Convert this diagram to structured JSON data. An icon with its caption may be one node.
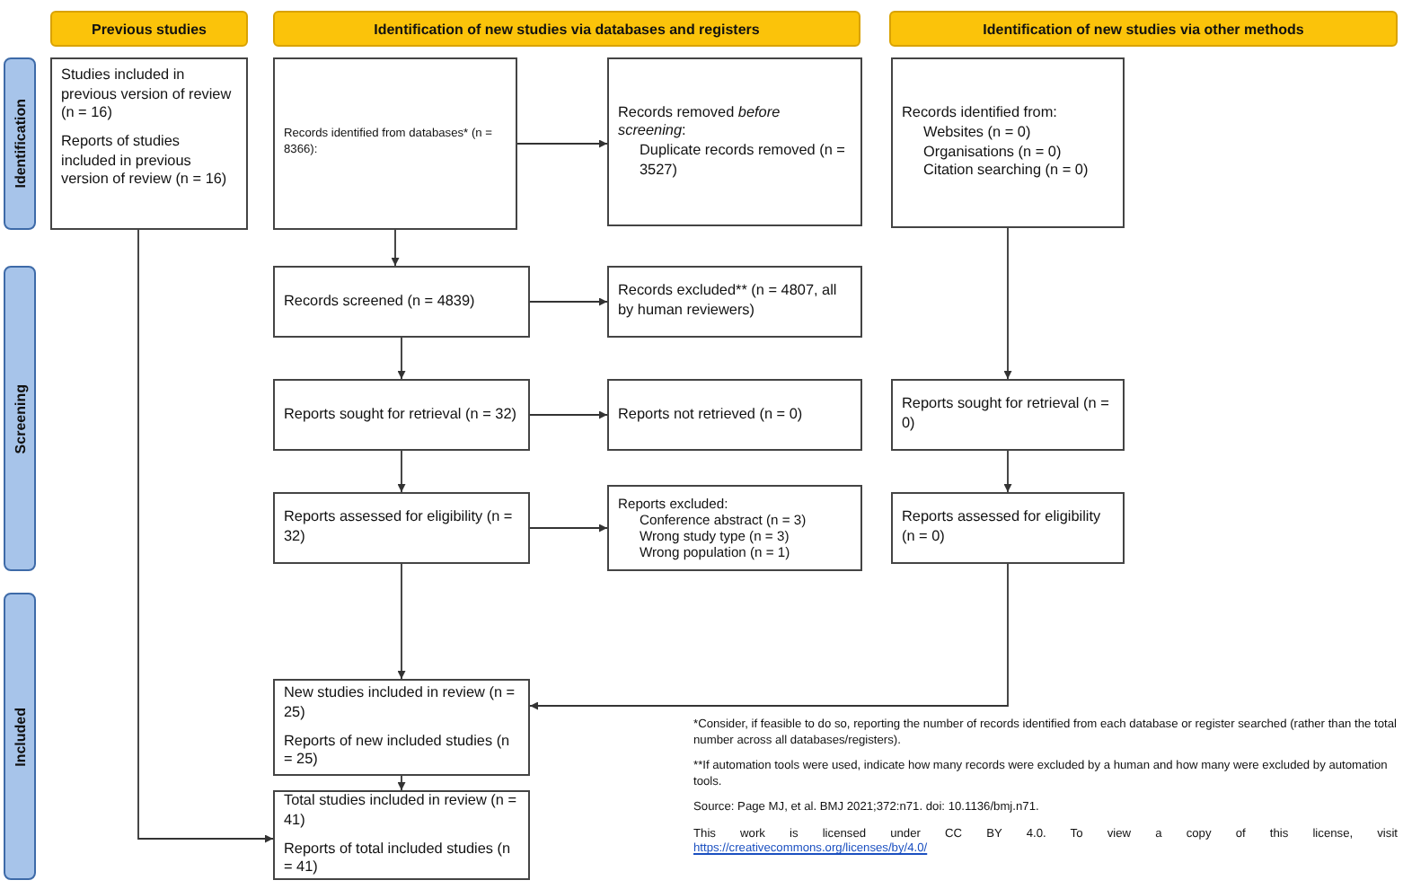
{
  "diagram": {
    "nodes": [
      {
        "text": [
          "Previous studies"
        ]
      },
      {
        "text": [
          "Identification of new studies via databases and registers"
        ]
      },
      {
        "text": [
          "Identification of new studies via other methods"
        ]
      },
      {
        "text": [
          "Identification"
        ]
      },
      {
        "text": [
          "Screening"
        ]
      },
      {
        "text": [
          "Included"
        ]
      },
      {
        "text": [
          "Studies included in previous version of review (n = 16)",
          "Reports of studies included in previous version of review (n = 16)"
        ]
      },
      {
        "text": [
          "Records identified from databases* (n = 8366):"
        ]
      },
      {
        "text": [
          "Records removed *before screening*:",
          "Duplicate records removed (n = 3527)"
        ]
      },
      {
        "text": [
          "Records identified from:",
          "Websites (n = 0)",
          "Organisations (n = 0)",
          "Citation searching (n = 0)"
        ]
      },
      {
        "text": [
          "Records screened (n = 4839)"
        ]
      },
      {
        "text": [
          "Records excluded** (n = 4807, all by human reviewers)"
        ]
      },
      {
        "text": [
          "Reports sought for retrieval (n = 32)"
        ]
      },
      {
        "text": [
          "Reports not retrieved (n = 0)"
        ]
      },
      {
        "text": [
          "Reports sought for retrieval (n = 0)"
        ]
      },
      {
        "text": [
          "Reports assessed for eligibility (n = 32)"
        ]
      },
      {
        "text": [
          "Reports excluded:",
          "Conference abstract (n = 3)",
          "Wrong study type (n = 3)",
          "Wrong population (n = 1)"
        ]
      },
      {
        "text": [
          "Reports assessed for eligibility (n = 0)"
        ]
      },
      {
        "text": [
          "New studies included in review (n = 25)",
          "Reports of new included studies (n = 25)"
        ]
      },
      {
        "text": [
          "Total studies included in review (n = 41)",
          "Reports of total included studies (n = 41)"
        ]
      }
    ],
    "edges": [
      {
        "from": 7,
        "to": 8,
        "arrow": "to"
      },
      {
        "from": 7,
        "to": 10,
        "arrow": "to"
      },
      {
        "from": 10,
        "to": 11,
        "arrow": "to"
      },
      {
        "from": 10,
        "to": 12,
        "arrow": "to"
      },
      {
        "from": 12,
        "to": 13,
        "arrow": "to"
      },
      {
        "from": 12,
        "to": 15,
        "arrow": "to"
      },
      {
        "from": 15,
        "to": 16,
        "arrow": "to"
      },
      {
        "from": 15,
        "to": 18,
        "arrow": "to"
      },
      {
        "from": 9,
        "to": 14,
        "arrow": "to"
      },
      {
        "from": 14,
        "to": 17,
        "arrow": "to"
      },
      {
        "from": 17,
        "to": 18,
        "arrow": "to"
      },
      {
        "from": 18,
        "to": 19,
        "arrow": "to"
      },
      {
        "from": 6,
        "to": 19,
        "arrow": "to"
      }
    ],
    "labels": [
      "*Consider, if feasible to do so, reporting the number of records identified from each database or register searched (rather than the total number across all databases/registers).",
      "**If automation tools were used, indicate how many records were excluded by a human and how many were excluded by automation tools.",
      "Source: Page MJ, et al. BMJ 2021;372:n71. doi: 10.1136/bmj.n71.",
      "This work is licensed under CC BY 4.0. To view a copy of this license, visit",
      "https://creativecommons.org/licenses/by/4.0/"
    ]
  }
}
